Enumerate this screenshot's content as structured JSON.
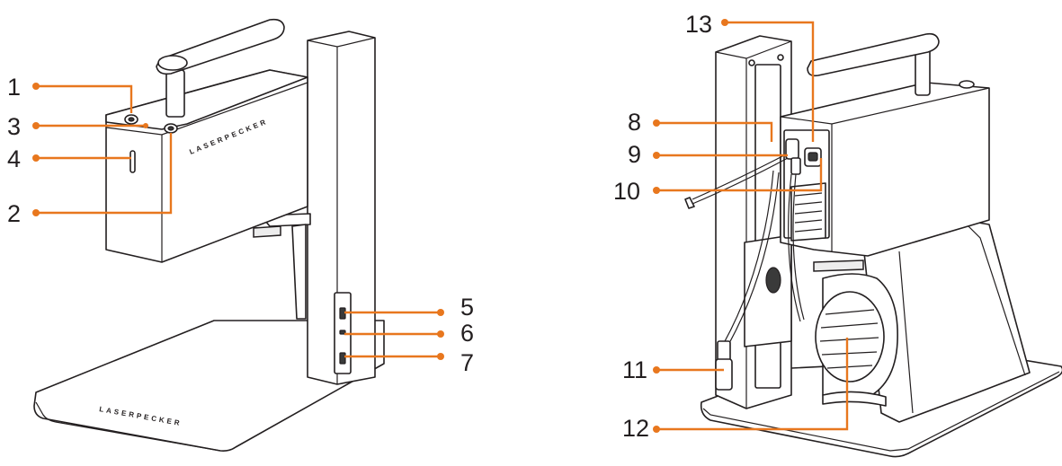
{
  "diagram": {
    "brand_logo": "LASERPECKER",
    "callouts": [
      {
        "id": "c1",
        "label": "1"
      },
      {
        "id": "c2",
        "label": "2"
      },
      {
        "id": "c3",
        "label": "3"
      },
      {
        "id": "c4",
        "label": "4"
      },
      {
        "id": "c5",
        "label": "5"
      },
      {
        "id": "c6",
        "label": "6"
      },
      {
        "id": "c7",
        "label": "7"
      },
      {
        "id": "c8",
        "label": "8"
      },
      {
        "id": "c9",
        "label": "9"
      },
      {
        "id": "c10",
        "label": "10"
      },
      {
        "id": "c11",
        "label": "11"
      },
      {
        "id": "c12",
        "label": "12"
      },
      {
        "id": "c13",
        "label": "13"
      }
    ],
    "colors": {
      "leader": "#e8771e",
      "outline": "#231f20"
    }
  }
}
